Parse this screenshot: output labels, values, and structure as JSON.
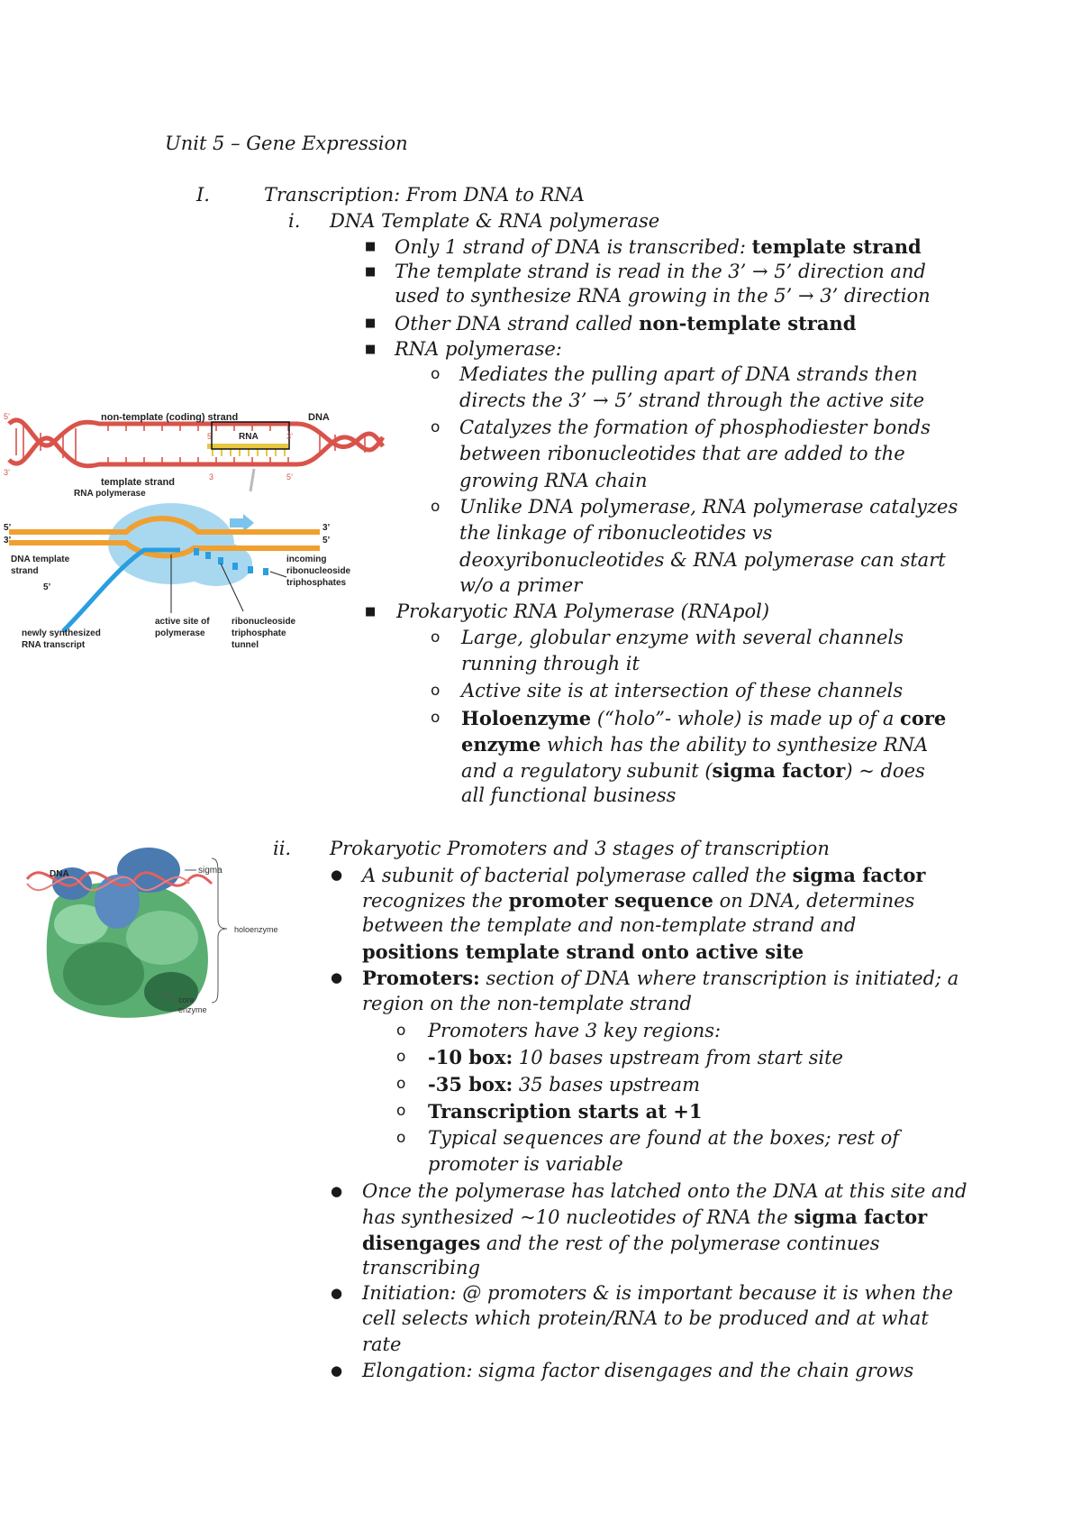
{
  "title": "Unit 5 – Gene Expression",
  "section1": {
    "numeral": "I.",
    "heading": "Transcription: From DNA to RNA",
    "sub_i": {
      "numeral": "i.",
      "heading": "DNA Template & RNA polymerase",
      "b1_a": "Only 1 strand of DNA is transcribed: ",
      "b1_b": "template strand",
      "b2_l1": "The template strand is read in the 3’ → 5’ direction and",
      "b2_l2": "used to synthesize RNA growing in the 5’ → 3’ direction",
      "b3_a": "Other DNA strand called ",
      "b3_b": "non-template strand",
      "b4": "RNA polymerase:",
      "o1_l1": "Mediates the pulling apart of DNA strands then",
      "o1_l2": "directs the 3’ → 5’ strand through the active site",
      "o2_l1": "Catalyzes the formation of phosphodiester bonds",
      "o2_l2": "between ribonucleotides that are added to the",
      "o2_l3": "growing RNA chain",
      "o3_l1": "Unlike DNA polymerase, RNA polymerase catalyzes",
      "o3_l2": "the linkage of ribonucleotides vs",
      "o3_l3": "deoxyribonucleotides & RNA polymerase can start",
      "o3_l4": "w/o a primer",
      "b5": "Prokaryotic RNA Polymerase (RNApol)",
      "o4_l1": "Large, globular enzyme with several channels",
      "o4_l2": "running through it",
      "o5": "Active site is at intersection of these channels",
      "o6_a": "Holoenzyme",
      "o6_b": " (“holo”- whole) is made up of a ",
      "o6_c": "core",
      "o6_d": "enzyme",
      "o6_e": " which has the ability to synthesize RNA",
      "o6_f": "and a regulatory subunit (",
      "o6_g": "sigma factor",
      "o6_h": ") ~ does",
      "o6_i": "all functional business"
    },
    "sub_ii": {
      "numeral": "ii.",
      "heading": "Prokaryotic Promoters and 3 stages of transcription",
      "p1_a": "A subunit of bacterial polymerase called the ",
      "p1_b": "sigma factor",
      "p1_c": "recognizes the ",
      "p1_d": "promoter sequence",
      "p1_e": " on DNA, determines",
      "p1_f": "between the template and non-template strand and",
      "p1_g": "positions template strand onto active site",
      "p2_a": "Promoters:",
      "p2_b": " section of DNA where transcription is initiated; a",
      "p2_c": "region on the non-template strand",
      "q1": "Promoters have 3 key regions:",
      "q2_a": "-10 box:",
      "q2_b": " 10 bases upstream from start site",
      "q3_a": "-35  box:",
      "q3_b": " 35 bases upstream",
      "q4": "Transcription starts at +1",
      "q5_l1": "Typical sequences are found at the boxes; rest of",
      "q5_l2": "promoter is variable",
      "p3_l1": "Once the polymerase has latched onto the DNA at this site and",
      "p3_l2a": "has synthesized ~10 nucleotides of RNA the ",
      "p3_l2b": "sigma factor",
      "p3_l3a": "disengages",
      "p3_l3b": " and the rest of the polymerase continues",
      "p3_l4": "transcribing",
      "p4_l1": "Initiation: @ promoters & is important because it is when the",
      "p4_l2": "cell selects which protein/RNA to be produced and at what",
      "p4_l3": "rate",
      "p5": "Elongation: sigma factor disengages and the chain grows"
    }
  },
  "figure1": {
    "non_template": "non-template (coding) strand",
    "dna": "DNA",
    "rna": "RNA",
    "template": "template strand",
    "rna_pol": "RNA polymerase",
    "dna_template_l1": "DNA template",
    "dna_template_l2": "strand",
    "incoming_l1": "incoming",
    "incoming_l2": "ribonucleoside",
    "incoming_l3": "triphosphates",
    "active_l1": "active site of",
    "active_l2": "polymerase",
    "tunnel_l1": "ribonucleoside",
    "tunnel_l2": "triphosphate",
    "tunnel_l3": "tunnel",
    "newly_l1": "newly synthesized",
    "newly_l2": "RNA transcript",
    "p5": "5’",
    "p3": "3’",
    "p5b": "5",
    "p3b": "3"
  },
  "figure2": {
    "dna": "DNA",
    "sigma": "sigma",
    "holoenzyme": "holoenzyme",
    "core_l1": "core",
    "core_l2": "enzyme"
  },
  "colors": {
    "dna_red": "#d9534a",
    "rna_yellow": "#e8c840",
    "dna_orange": "#f0a030",
    "pol_blue": "#a8d8f0",
    "rna_blue": "#2a9ee0",
    "sigma_blue": "#4a7ab0",
    "core_green": "#5aae72"
  }
}
